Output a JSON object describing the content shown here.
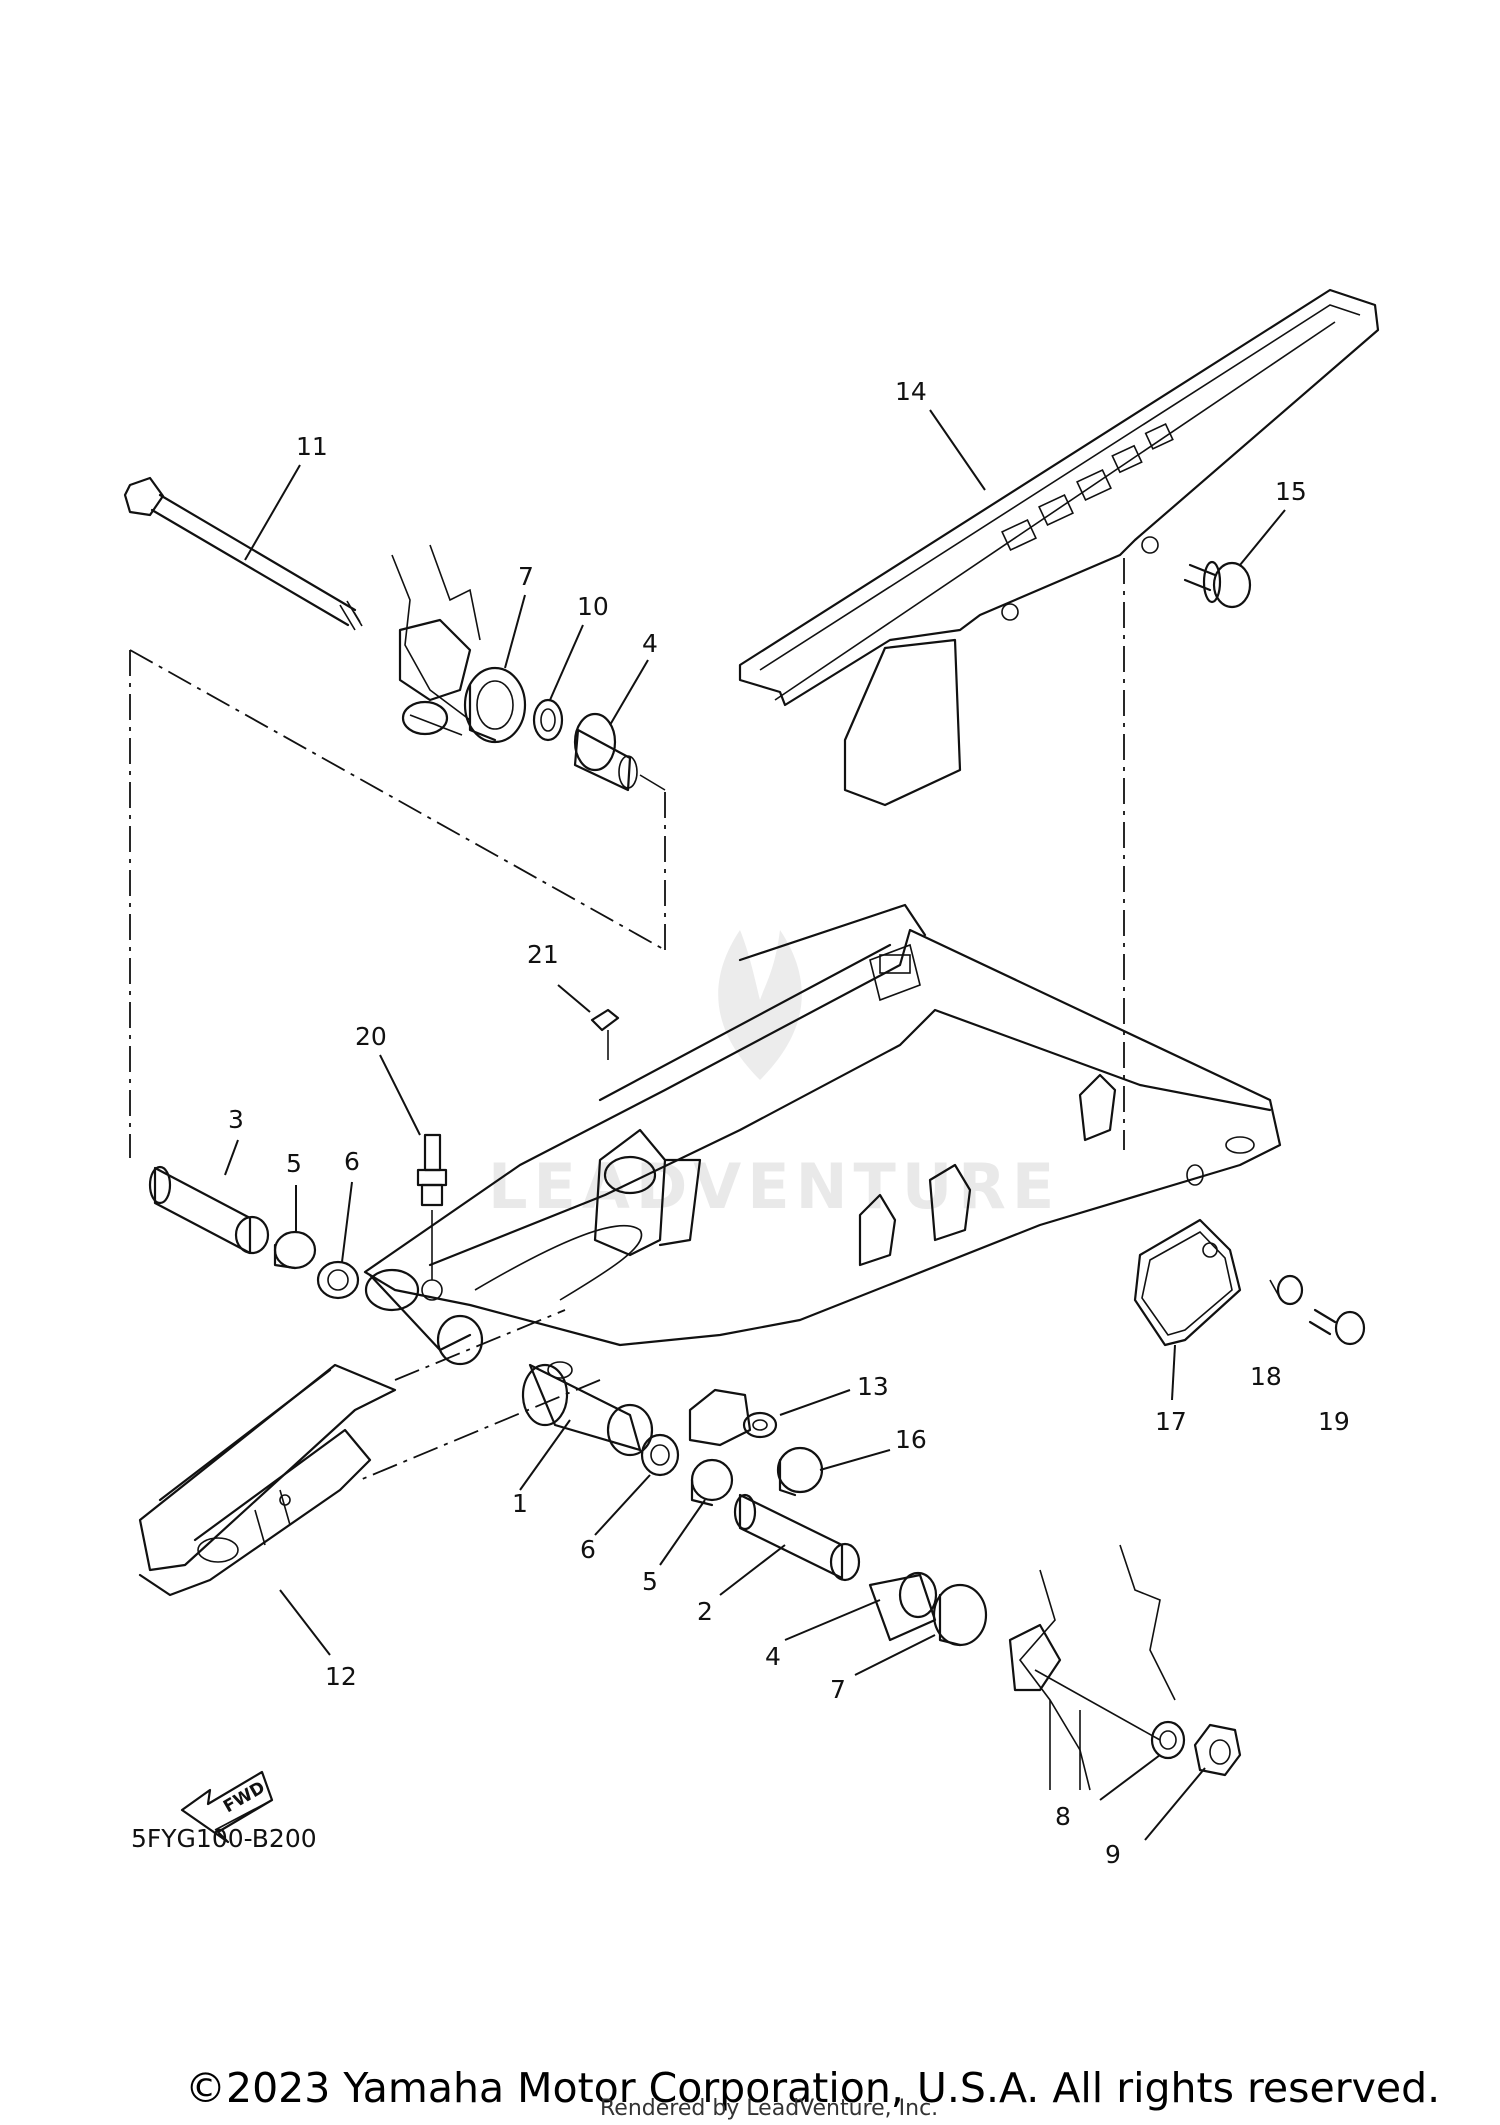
{
  "watermark": "LEADVENTURE",
  "callouts": [
    {
      "id": "c1",
      "label": "1"
    },
    {
      "id": "c2",
      "label": "2"
    },
    {
      "id": "c3",
      "label": "3"
    },
    {
      "id": "c4a",
      "label": "4"
    },
    {
      "id": "c4b",
      "label": "4"
    },
    {
      "id": "c5a",
      "label": "5"
    },
    {
      "id": "c5b",
      "label": "5"
    },
    {
      "id": "c6a",
      "label": "6"
    },
    {
      "id": "c6b",
      "label": "6"
    },
    {
      "id": "c7a",
      "label": "7"
    },
    {
      "id": "c7b",
      "label": "7"
    },
    {
      "id": "c8",
      "label": "8"
    },
    {
      "id": "c9",
      "label": "9"
    },
    {
      "id": "c10",
      "label": "10"
    },
    {
      "id": "c11",
      "label": "11"
    },
    {
      "id": "c12",
      "label": "12"
    },
    {
      "id": "c13",
      "label": "13"
    },
    {
      "id": "c14",
      "label": "14"
    },
    {
      "id": "c15",
      "label": "15"
    },
    {
      "id": "c16",
      "label": "16"
    },
    {
      "id": "c17",
      "label": "17"
    },
    {
      "id": "c18",
      "label": "18"
    },
    {
      "id": "c19",
      "label": "19"
    },
    {
      "id": "c20",
      "label": "20"
    },
    {
      "id": "c21",
      "label": "21"
    }
  ],
  "fwd_label": "FWD",
  "diagram_code": "5FYG100-B200",
  "copyright": "©2023 Yamaha Motor Corporation, U.S.A. All rights reserved.",
  "rendered_by": "Rendered by LeadVenture, Inc."
}
